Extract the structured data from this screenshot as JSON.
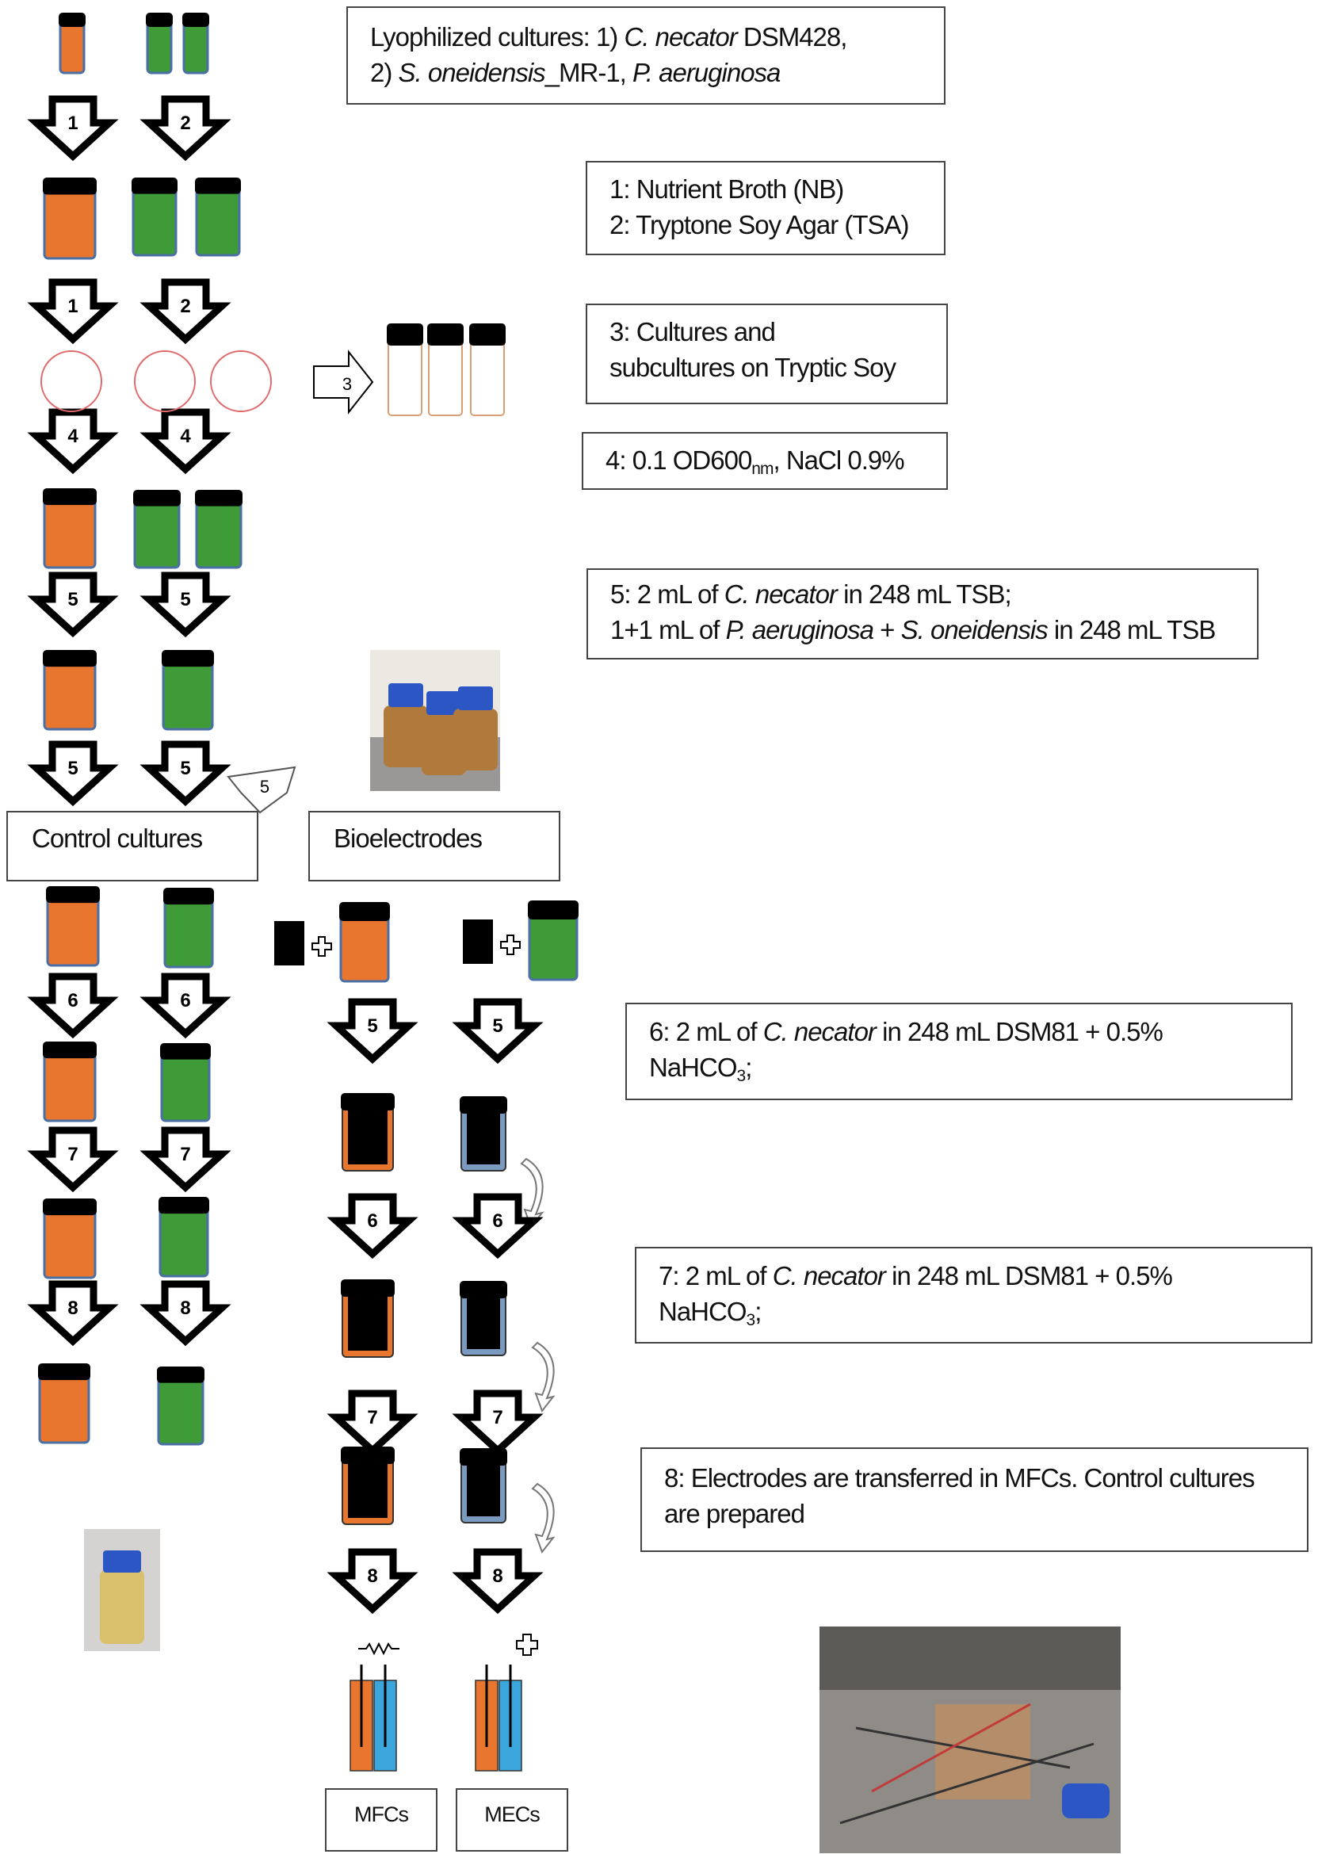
{
  "notes": {
    "lyo": {
      "pre": "Lyophilized cultures: 1) ",
      "sp1": "C. necator",
      "post1": " DSM428,",
      "pre2": "2) ",
      "sp2": "S. oneidensis",
      "mid2": "_MR-1, ",
      "sp3": "P. aeruginosa"
    },
    "media": {
      "l1": "1: Nutrient Broth (NB)",
      "l2": "2: Tryptone Soy Agar (TSA)"
    },
    "tsa": {
      "l1": "3: Cultures and",
      "l2": "subcultures on Tryptic Soy"
    },
    "od": {
      "pre": "4: 0.1 OD600",
      "sub": "nm",
      "post": ", NaCl 0.9%"
    },
    "tsb": {
      "a1": "5: 2 mL of ",
      "sp1": "C. necator",
      "a2": " in 248 mL TSB;",
      "b1": "1+1 mL of ",
      "sp2": "P. aeruginosa",
      "b2": " + ",
      "sp3": "S. oneidensis",
      "b3": " in 248 mL TSB"
    },
    "dsm6": {
      "a1": "6: 2 mL of ",
      "sp": "C. necator",
      "a2": " in 248 mL DSM81 + 0.5%",
      "b1": "NaHCO",
      "sub": "3",
      "b2": ";"
    },
    "dsm7": {
      "a1": "7: 2 mL of ",
      "sp": "C. necator",
      "a2": " in 248 mL DSM81 + 0.5%",
      "b1": "NaHCO",
      "sub": "3",
      "b2": ";"
    },
    "electrodes": {
      "l1": "8: Electrodes are transferred in MFCs. Control cultures",
      "l2": "are prepared"
    }
  },
  "labels": {
    "control": "Control cultures",
    "bioelectrodes": "Bioelectrodes",
    "mfcs": "MFCs",
    "mecs": "MECs"
  },
  "step_numbers": [
    "1",
    "2",
    "3",
    "4",
    "5",
    "6",
    "7",
    "8"
  ],
  "colors": {
    "nb_culture": "#e9762f",
    "tsa_culture": "#3f9b38",
    "cap": "#000000",
    "tube_outline": "#4a6fa5",
    "plate_outline": "#e06a6a",
    "electrode_blue": "#3aa6dc",
    "electrode_orange": "#e9762f"
  },
  "photos": [
    "photo-flasks-icon",
    "photo-bottle-icon",
    "photo-setup-icon"
  ]
}
